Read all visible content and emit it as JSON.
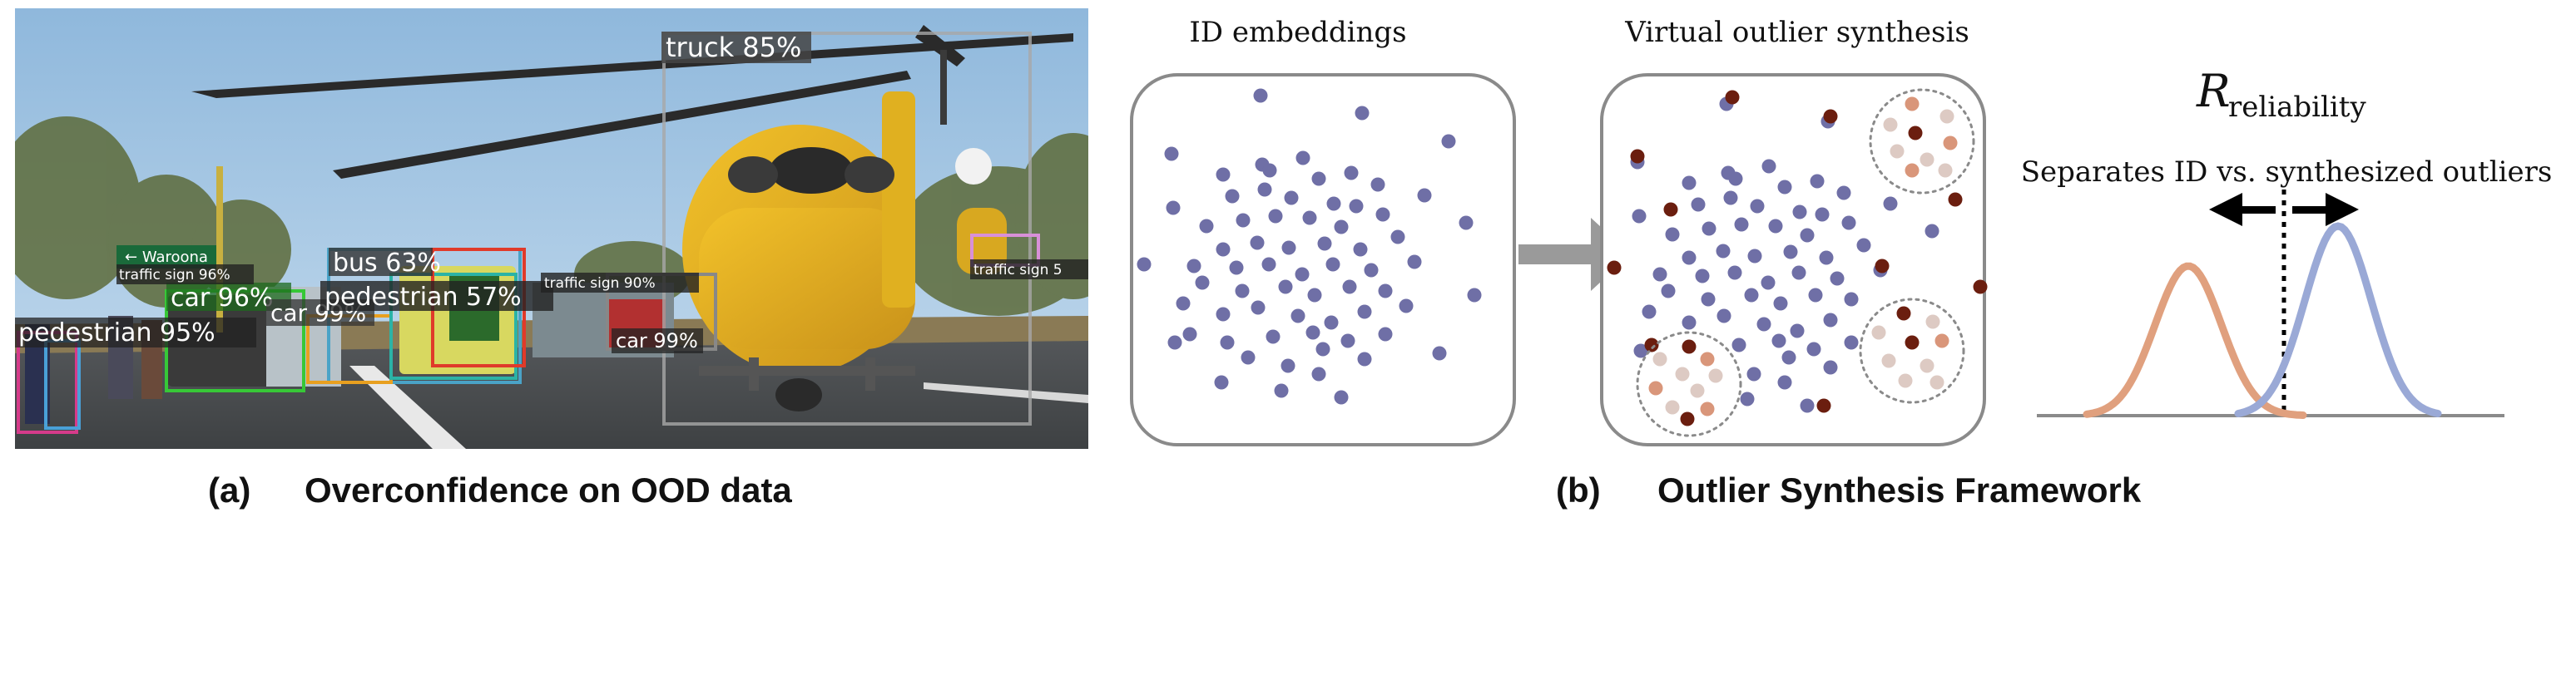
{
  "panel_a": {
    "caption_letter": "(a)",
    "caption_text": "Overconfidence on OOD data",
    "detections": [
      {
        "label": "truck 85%",
        "color": "#a8a8a8"
      },
      {
        "label": "bus 63%",
        "color": "#4aa3c7"
      },
      {
        "label": "car 96%",
        "color": "#37c837"
      },
      {
        "label": "car 99%",
        "color": "#e8a020"
      },
      {
        "label": "pedestrian 57%",
        "color": "#2bb3a6"
      },
      {
        "label": "pedestrian 95%",
        "color": "#d63b8a"
      },
      {
        "label": "traffic sign 96%",
        "color": "#6a6a6a"
      },
      {
        "label": "traffic sign 90%",
        "color": "#7a7a7a"
      },
      {
        "label": "traffic sign 5",
        "color": "#d890d8"
      },
      {
        "label": "car 99%",
        "color": "#888888"
      }
    ],
    "road_sign_text": "Waroona"
  },
  "panel_b": {
    "caption_letter": "(b)",
    "caption_text": "Outlier Synthesis Framework",
    "box1_title": "ID embeddings",
    "box2_title": "Virtual outlier synthesis",
    "reliability_symbol": "R",
    "reliability_subscript": "reliability",
    "reliability_description": "Separates ID vs. synthesized outliers",
    "colors": {
      "id_point": "#6f6fa6",
      "outlier_dark": "#6b1e0f",
      "outlier_orange": "#d9967a",
      "outlier_light": "#ddcac3",
      "curve_orange": "#e0a07e",
      "curve_blue": "#9aa9d6",
      "arrow_gray": "#9a9a9a"
    }
  }
}
